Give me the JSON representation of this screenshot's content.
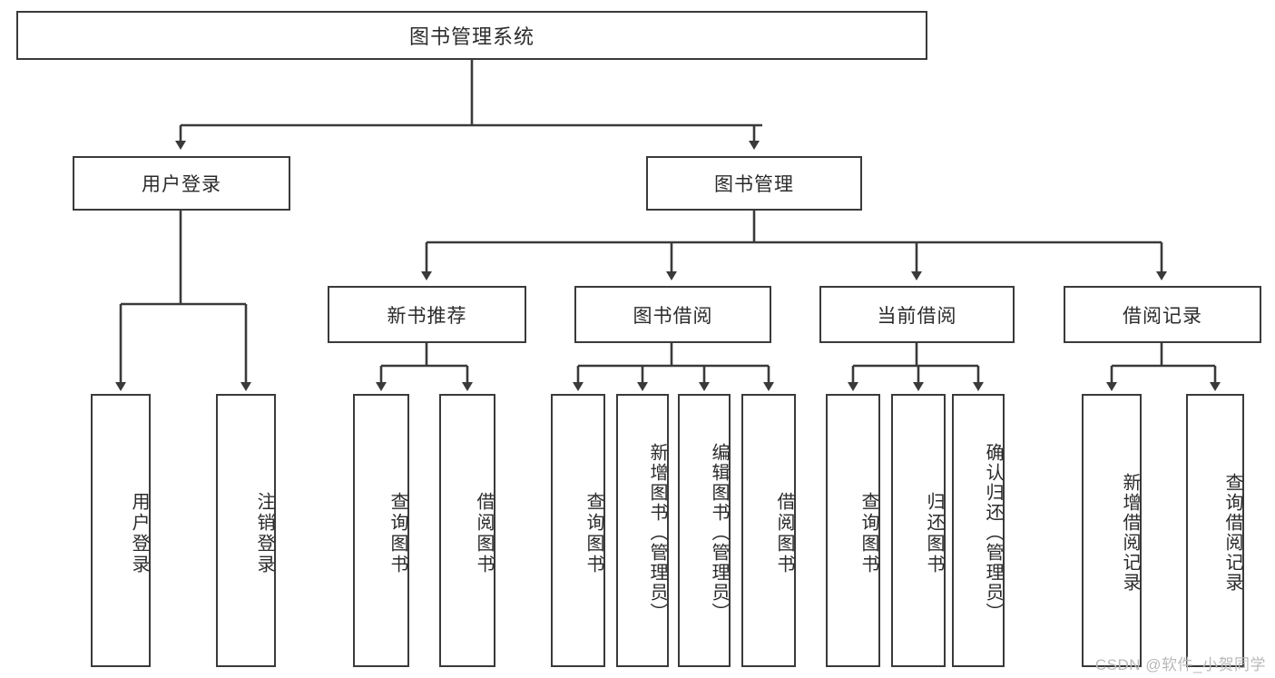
{
  "diagram": {
    "title": "图书管理系统",
    "watermark": "CSDN @软件_小贺同学",
    "colors": {
      "stroke": "#3a3a3a",
      "fill": "#ffffff",
      "text": "#2b2b2b",
      "watermark": "#b9b9b9"
    },
    "level1": {
      "label": "图书管理系统"
    },
    "level2": [
      {
        "label": "用户登录"
      },
      {
        "label": "图书管理"
      }
    ],
    "level3": [
      {
        "label": "新书推荐"
      },
      {
        "label": "图书借阅"
      },
      {
        "label": "当前借阅"
      },
      {
        "label": "借阅记录"
      }
    ],
    "leaves": {
      "user_login": [
        {
          "label": "用户登录"
        },
        {
          "label": "注销登录"
        }
      ],
      "new_book": [
        {
          "label": "查询图书"
        },
        {
          "label": "借阅图书"
        }
      ],
      "book_borrow": [
        {
          "label": "查询图书"
        },
        {
          "label": "新增图书（管理员）"
        },
        {
          "label": "编辑图书（管理员）"
        },
        {
          "label": "借阅图书"
        }
      ],
      "current_borrow": [
        {
          "label": "查询图书"
        },
        {
          "label": "归还图书"
        },
        {
          "label": "确认归还（管理员）"
        }
      ],
      "borrow_record": [
        {
          "label": "新增借阅记录"
        },
        {
          "label": "查询借阅记录"
        }
      ]
    }
  }
}
